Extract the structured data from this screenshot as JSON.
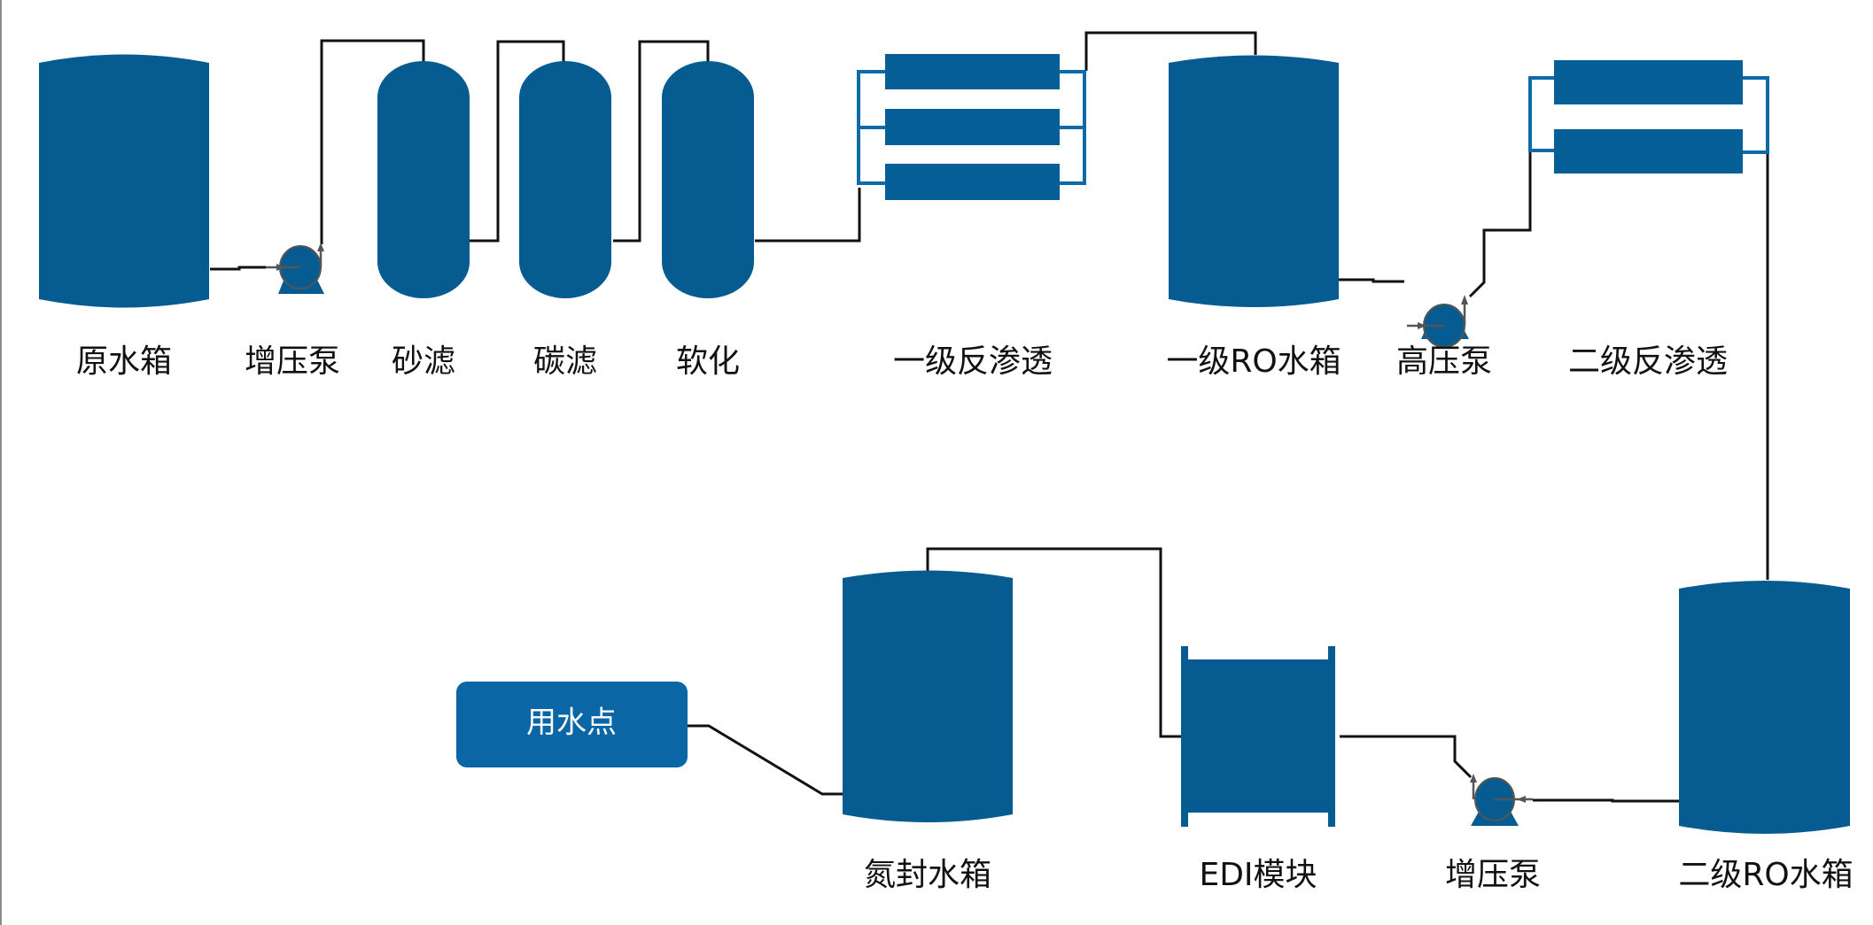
{
  "diagram": {
    "title_visible": false,
    "colors": {
      "vessel": "#065c91",
      "membrane": "#075f97",
      "manifold": "#0f6aa8",
      "pipe": "#111111",
      "pump_outline": "#555555",
      "use_point_box": "#0b66a5",
      "label_text": "#111111",
      "box_text": "#ffffff"
    },
    "flow_order": [
      "原水箱",
      "增压泵",
      "砂滤",
      "碳滤",
      "软化",
      "一级反渗透",
      "一级RO水箱",
      "高压泵",
      "二级反渗透",
      "二级RO水箱",
      "增压泵",
      "EDI模块",
      "氮封水箱",
      "用水点"
    ],
    "labels": {
      "raw_water_tank": "原水箱",
      "booster_pump_1": "增压泵",
      "sand_filter": "砂滤",
      "carbon_filter": "碳滤",
      "softener": "软化",
      "ro_stage_1": "一级反渗透",
      "ro_tank_1": "一级RO水箱",
      "high_pressure_pump": "高压泵",
      "ro_stage_2": "二级反渗透",
      "ro_tank_2": "二级RO水箱",
      "booster_pump_2": "增压泵",
      "edi_module": "EDI模块",
      "nitrogen_sealed_tank": "氮封水箱",
      "point_of_use": "用水点"
    },
    "ro_stage_1_membrane_count": 3,
    "ro_stage_2_membrane_count": 2
  }
}
